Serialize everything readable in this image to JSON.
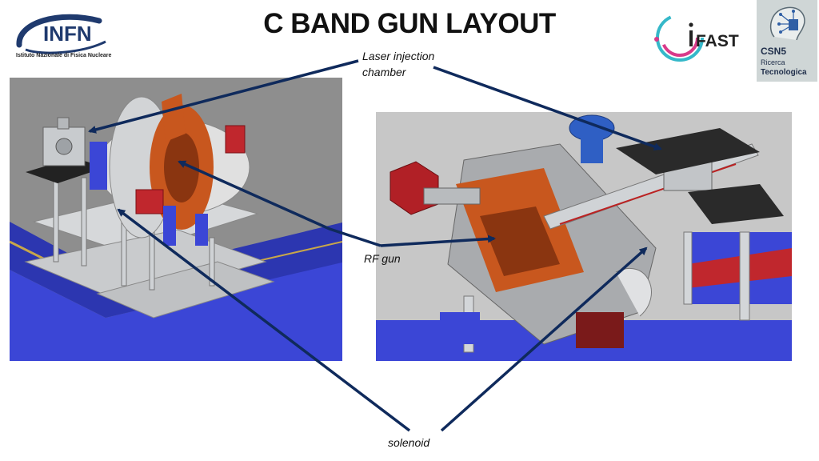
{
  "title": "C BAND GUN LAYOUT",
  "logos": {
    "infn": {
      "text": "INFN",
      "caption": "Istituto Nazionale di Fisica Nucleare"
    },
    "ifast": {
      "text": "FAST"
    },
    "csn": {
      "line1": "CSN5",
      "line2": "Ricerca",
      "line3": "Tecnologica"
    }
  },
  "labels": {
    "laser": "Laser injection chamber",
    "rf": "RF gun",
    "solenoid": "solenoid"
  },
  "colors": {
    "arrow": "#0f2a5c",
    "copper": "#c8571e",
    "steel": "#b9bcbf",
    "table_blue": "#3b46d6"
  }
}
